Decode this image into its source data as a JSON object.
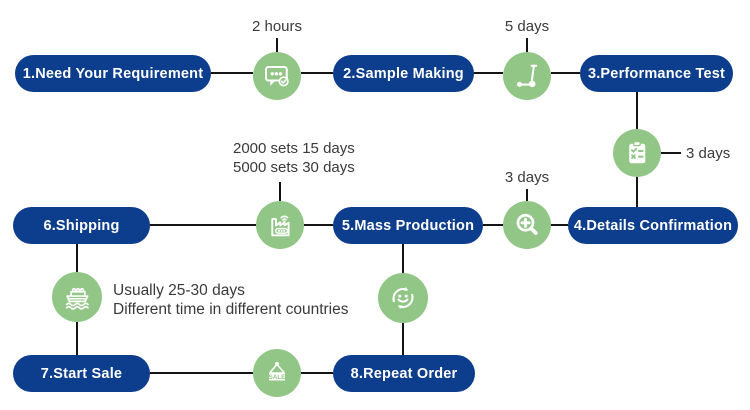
{
  "colors": {
    "step_pill": "#0d3d8d",
    "icon_circle": "#92c687",
    "connector": "#141414",
    "annotation_text": "#3a3a3a"
  },
  "steps": [
    {
      "label": "1.Need Your Requirement"
    },
    {
      "label": "2.Sample Making"
    },
    {
      "label": "3.Performance Test"
    },
    {
      "label": "4.Details Confirmation"
    },
    {
      "label": "5.Mass Production"
    },
    {
      "label": "6.Shipping"
    },
    {
      "label": "7.Start Sale"
    },
    {
      "label": "8.Repeat Order"
    }
  ],
  "icons": [
    {
      "name": "chat-check-icon",
      "between": "1-2"
    },
    {
      "name": "scooter-icon",
      "between": "2-3"
    },
    {
      "name": "clipboard-checklist-icon",
      "between": "3-4"
    },
    {
      "name": "magnifier-plus-icon",
      "between": "4-5"
    },
    {
      "name": "factory-icon",
      "between": "5-6"
    },
    {
      "name": "ship-icon",
      "between": "6-7"
    },
    {
      "name": "smiley-repeat-icon",
      "between": "5-8"
    },
    {
      "name": "sale-sign-icon",
      "between": "7-8"
    }
  ],
  "annotations": {
    "sample_lead_time": "2 hours",
    "test_lead_time": "5 days",
    "details_lead_time": "3 days",
    "production_line1": "2000 sets 15 days",
    "production_line2": "5000 sets 30 days",
    "mass_production_lead_time": "3 days",
    "shipping_line1": "Usually 25-30 days",
    "shipping_line2": "Different time in different countries"
  },
  "sale_sign_label": "SALE"
}
